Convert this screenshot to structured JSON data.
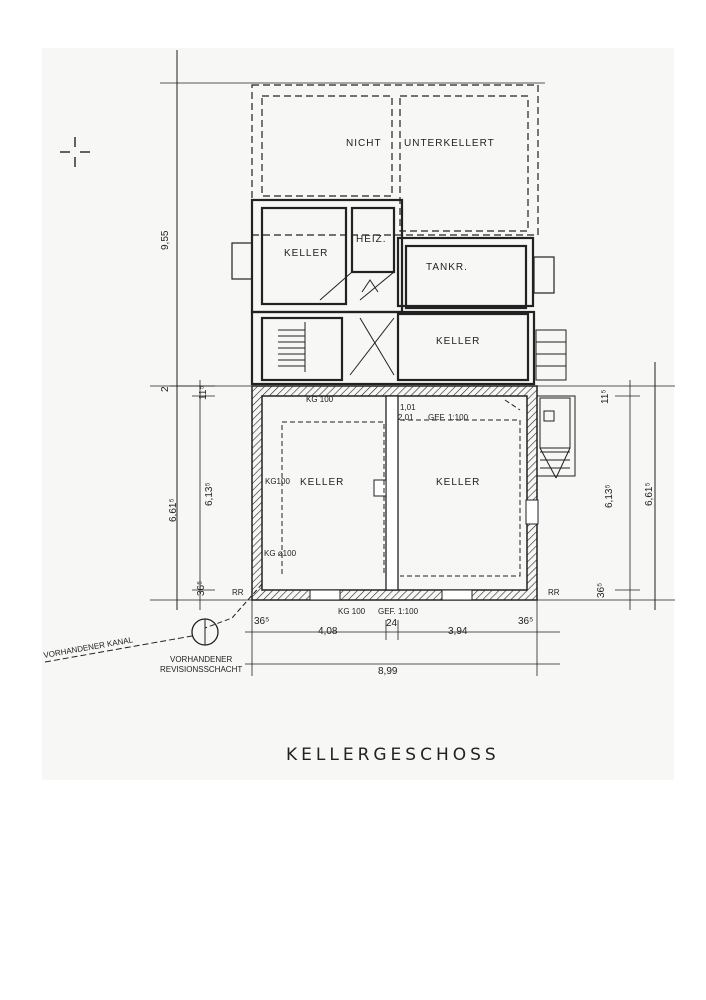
{
  "rooms": {
    "nicht": "NICHT",
    "unterkellert": "UNTERKELLERT",
    "keller_upper_left": "KELLER",
    "heiz": "HEIZ.",
    "tankr": "TANKR.",
    "keller_mid_right": "KELLER",
    "keller_lower_left": "KELLER",
    "keller_lower_right": "KELLER"
  },
  "annotations": {
    "kg100_top": "KG 100",
    "ratio_1": "1,01",
    "ratio_2": "2,01",
    "gef_top": "GEF. 1:100",
    "kg100_side": "KG100",
    "kg_phi": "KG  ø100",
    "rr_left": "RR",
    "rr_right": "RR",
    "kg100_bottom": "KG 100",
    "gef_bottom": "GEF. 1:100",
    "vorhandener_kanal": "VORHANDENER  KANAL",
    "revision_1": "VORHANDENER",
    "revision_2": "REVISIONSSCHACHT"
  },
  "dimensions": {
    "d955": "9,55",
    "d2": "2",
    "d11_left": "11⁵",
    "d661_left": "6,61⁵",
    "d613_left": "6,13⁵",
    "d36_left_side": "36⁵",
    "d36_bottom_left": "36⁵",
    "d408": "4,08",
    "d24": "24",
    "d394": "3,94",
    "d36_bottom_right": "36⁵",
    "d899": "8,99",
    "d11_right": "11⁵",
    "d613_right": "6,13⁵",
    "d661_right": "6,61⁵",
    "d36_right_side": "36⁵"
  },
  "title": "KELLERGESCHOSS"
}
